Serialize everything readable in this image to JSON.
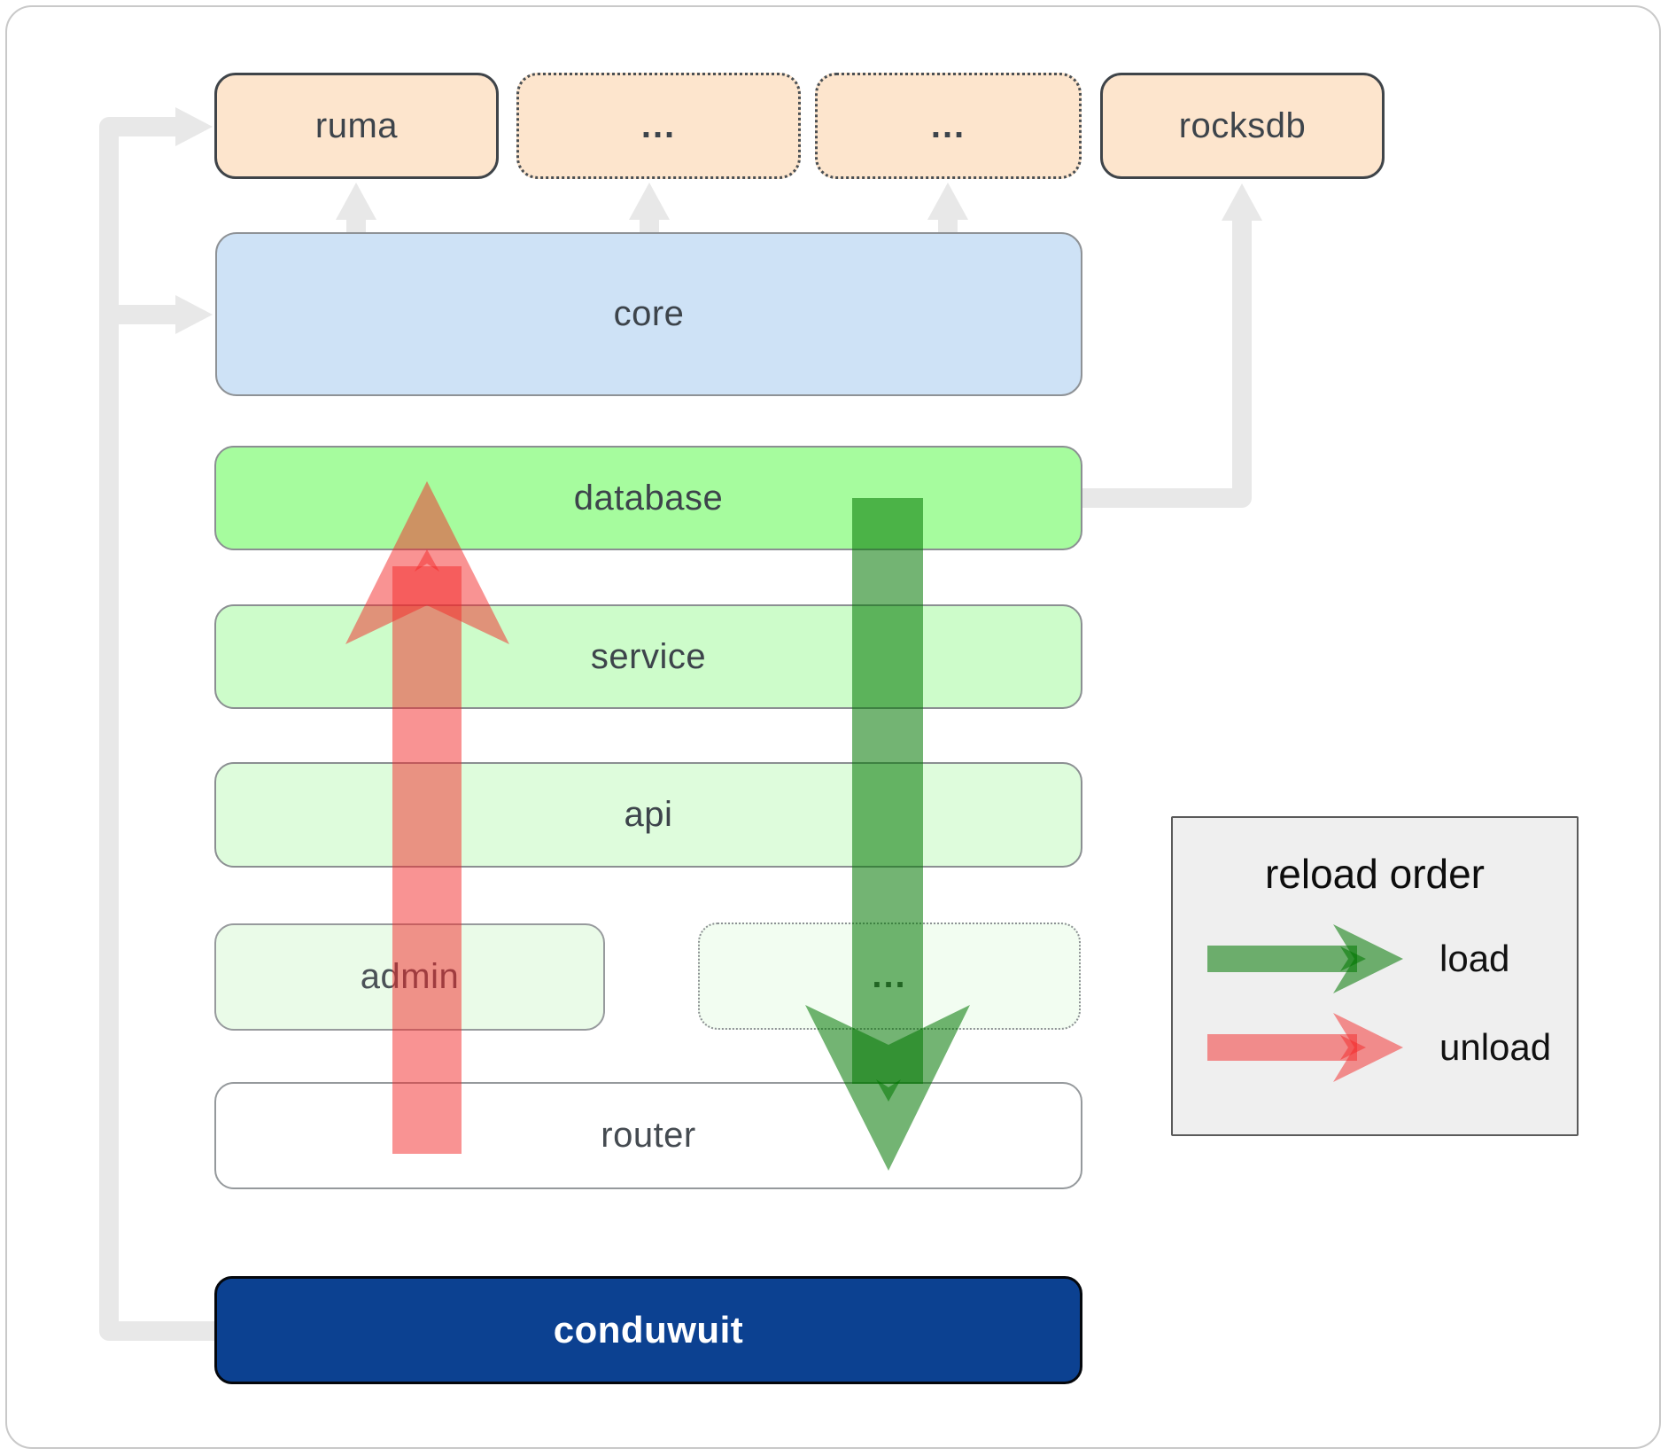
{
  "nodes": {
    "ruma": {
      "label": "ruma"
    },
    "deps_ellipsis_1": {
      "label": "..."
    },
    "deps_ellipsis_2": {
      "label": "..."
    },
    "rocksdb": {
      "label": "rocksdb"
    },
    "core": {
      "label": "core"
    },
    "database": {
      "label": "database"
    },
    "service": {
      "label": "service"
    },
    "api": {
      "label": "api"
    },
    "admin": {
      "label": "admin"
    },
    "services_ellipsis": {
      "label": "..."
    },
    "router": {
      "label": "router"
    },
    "conduwuit": {
      "label": "conduwuit"
    }
  },
  "legend": {
    "title": "reload order",
    "items": [
      {
        "label": "load",
        "color": "#2f8b2f"
      },
      {
        "label": "unload",
        "color": "#f47a7a"
      }
    ]
  },
  "colors": {
    "load_arrow": "rgba(0,118,0,0.55)",
    "unload_arrow": "rgba(244,40,40,0.5)",
    "connector_gray": "#e8e8e8",
    "dependency_fill": "#fde5cd",
    "core_fill": "#cee2f6",
    "database_fill": "#a6fc9e",
    "service_fill": "#cdfcca",
    "api_fill": "#defcdc",
    "admin_fill": "#eafbe8",
    "router_fill": "#ffffff",
    "conduwuit_fill": "#0c4191"
  }
}
